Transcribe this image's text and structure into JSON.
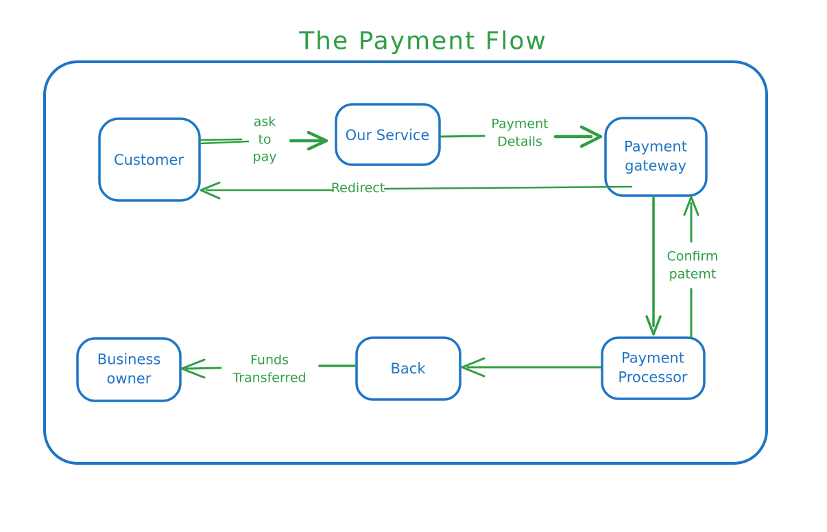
{
  "title": "The Payment Flow",
  "colors": {
    "box_stroke_blue": "#1f75c5",
    "arrow_green": "#2f9e44"
  },
  "nodes": [
    {
      "id": "customer",
      "label": "Customer"
    },
    {
      "id": "our-service",
      "label": "Our Service"
    },
    {
      "id": "payment-gateway",
      "label": "Payment\ngateway"
    },
    {
      "id": "payment-processor",
      "label": "Payment\nProcessor"
    },
    {
      "id": "back",
      "label": "Back"
    },
    {
      "id": "business-owner",
      "label": "Business\nowner"
    }
  ],
  "edges": [
    {
      "from": "Customer",
      "to": "Our Service",
      "label": "ask\nto\npay"
    },
    {
      "from": "Our Service",
      "to": "Payment gateway",
      "label": "Payment\nDetails"
    },
    {
      "from": "Payment gateway",
      "to": "Customer",
      "label": "Redirect"
    },
    {
      "from": "Payment gateway",
      "to": "Payment Processor",
      "label": ""
    },
    {
      "from": "Payment Processor",
      "to": "Payment gateway",
      "label": "Confirm\npatemt"
    },
    {
      "from": "Payment Processor",
      "to": "Back",
      "label": ""
    },
    {
      "from": "Back",
      "to": "Business owner",
      "label": "Funds\nTransferred"
    }
  ]
}
